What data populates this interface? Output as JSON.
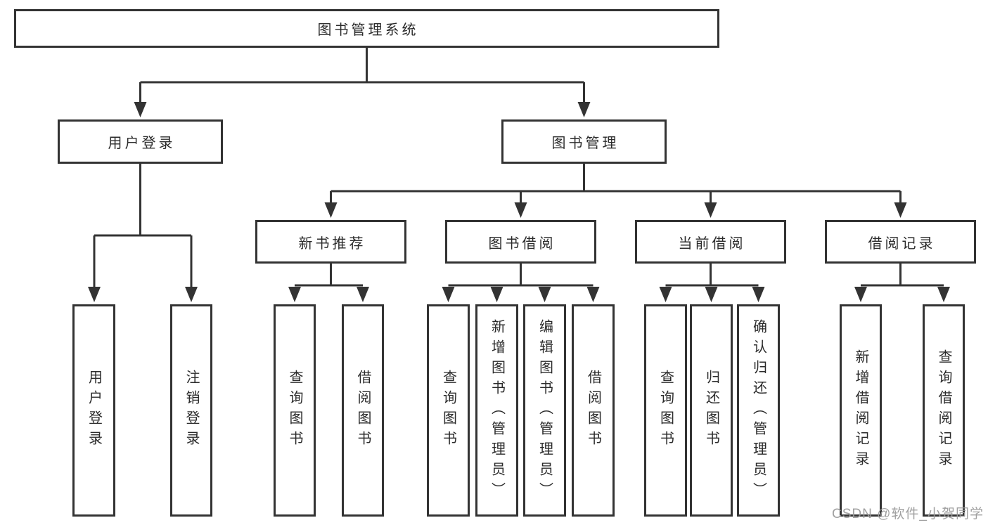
{
  "diagram": {
    "root": {
      "label": "图书管理系统"
    },
    "children": [
      {
        "label": "用户登录",
        "children": [
          {
            "label": "用户登录"
          },
          {
            "label": "注销登录"
          }
        ]
      },
      {
        "label": "图书管理",
        "children": [
          {
            "label": "新书推荐",
            "children": [
              {
                "label": "查询图书"
              },
              {
                "label": "借阅图书"
              }
            ]
          },
          {
            "label": "图书借阅",
            "children": [
              {
                "label": "查询图书"
              },
              {
                "label": "新增图书（管理员）"
              },
              {
                "label": "编辑图书（管理员）"
              },
              {
                "label": "借阅图书"
              }
            ]
          },
          {
            "label": "当前借阅",
            "children": [
              {
                "label": "查询图书"
              },
              {
                "label": "归还图书"
              },
              {
                "label": "确认归还（管理员）"
              }
            ]
          },
          {
            "label": "借阅记录",
            "children": [
              {
                "label": "新增借阅记录"
              },
              {
                "label": "查询借阅记录"
              }
            ]
          }
        ]
      }
    ]
  },
  "watermark": {
    "text": "CSDN @软件_小贺同学",
    "color": "#9b9b9b"
  },
  "colors": {
    "line": "#333333",
    "node_border": "#333333",
    "node_background": "#ffffff",
    "text": "#2b2b2b",
    "page_background": "#ffffff"
  }
}
